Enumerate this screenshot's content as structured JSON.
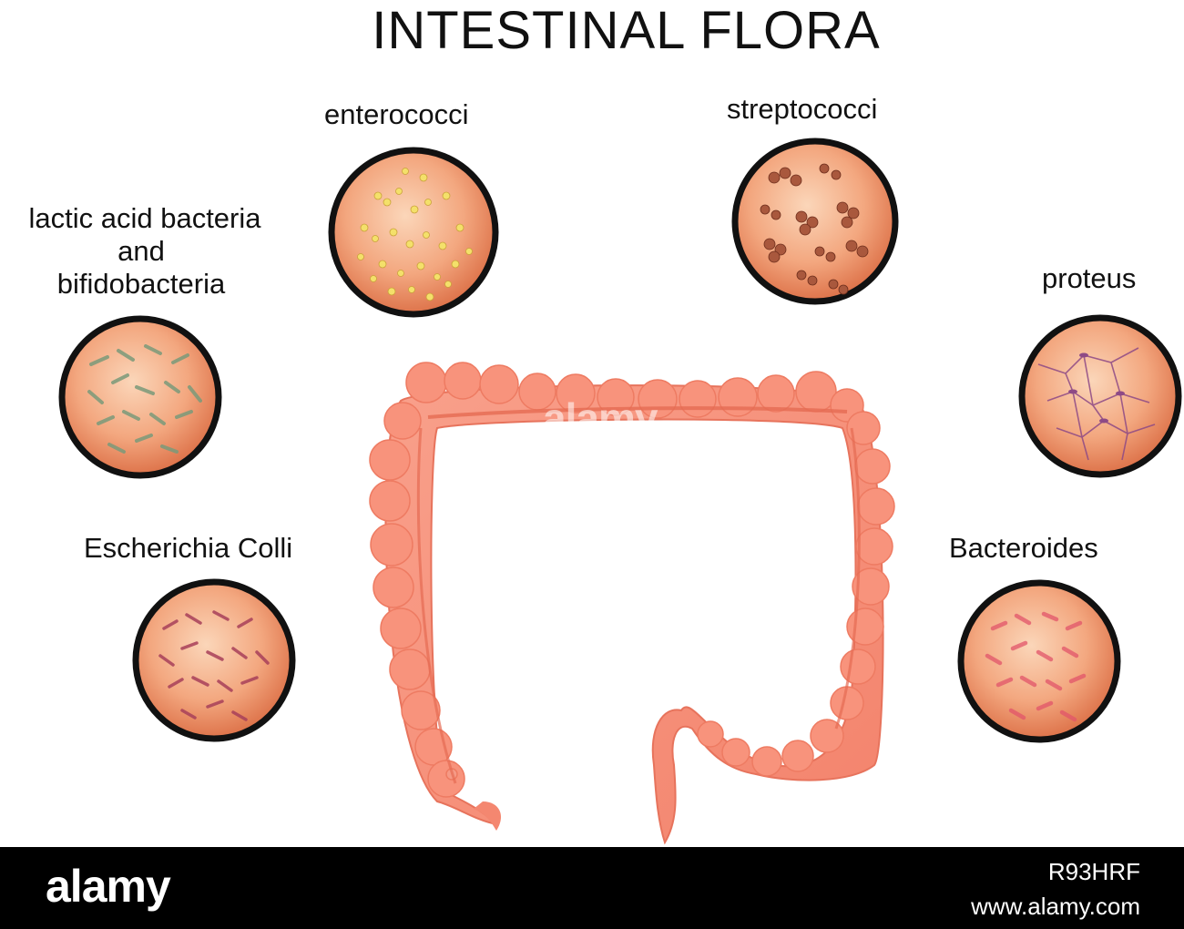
{
  "title": "INTESTINAL FLORA",
  "labels": {
    "enterococci": "enterococci",
    "streptococci": "streptococci",
    "lactic_line1": "lactic acid bacteria",
    "lactic_line2": "and",
    "lactic_line3": "bifidobacteria",
    "proteus": "proteus",
    "escherichia": "Escherichia Colli",
    "bacteroides": "Bacteroides"
  },
  "watermark": "alamy",
  "footer": {
    "brand": "alamy",
    "image_code": "R93HRF",
    "site": "www.alamy.com"
  },
  "colors": {
    "colon": "#f7927c",
    "colon_dark": "#e8745f",
    "dish_fill": "#f1a07d",
    "dish_rim": "#111111",
    "footer_bg": "#000000"
  }
}
